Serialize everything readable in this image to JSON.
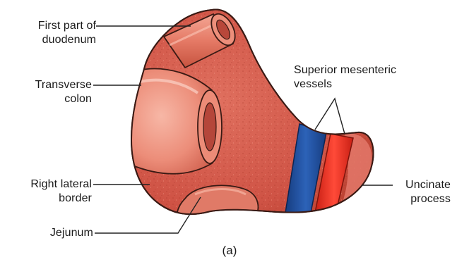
{
  "figure": {
    "caption": "(a)",
    "colors": {
      "tissue": "#d4564a",
      "tissue_dark": "#b53a31",
      "tissue_light": "#f2a291",
      "outline": "#3a1a14",
      "vein": "#1f4d9a",
      "artery": "#e42e21"
    },
    "labels": {
      "first_part_duodenum": [
        "First part of",
        "duodenum"
      ],
      "transverse_colon": [
        "Transverse",
        "colon"
      ],
      "superior_mesenteric_vessels": [
        "Superior mesenteric",
        "vessels"
      ],
      "right_lateral_border": [
        "Right lateral",
        "border"
      ],
      "uncinate_process": [
        "Uncinate",
        "process"
      ],
      "jejunum": [
        "Jejunum"
      ]
    }
  }
}
